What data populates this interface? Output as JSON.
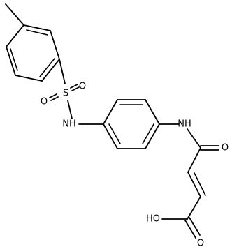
{
  "molecule": {
    "atoms": {
      "sulfonyl_oxygen_1": "O",
      "sulfonyl_oxygen_2": "O",
      "sulfur": "S",
      "sulfonamide_nh": "NH",
      "amide_nh": "NH",
      "amide_oxygen": "O",
      "acid_hydroxyl": "HO",
      "acid_carbonyl_oxygen": "O"
    },
    "colors": {
      "bond": "#000000",
      "label": "#000000",
      "background": "#ffffff"
    }
  }
}
